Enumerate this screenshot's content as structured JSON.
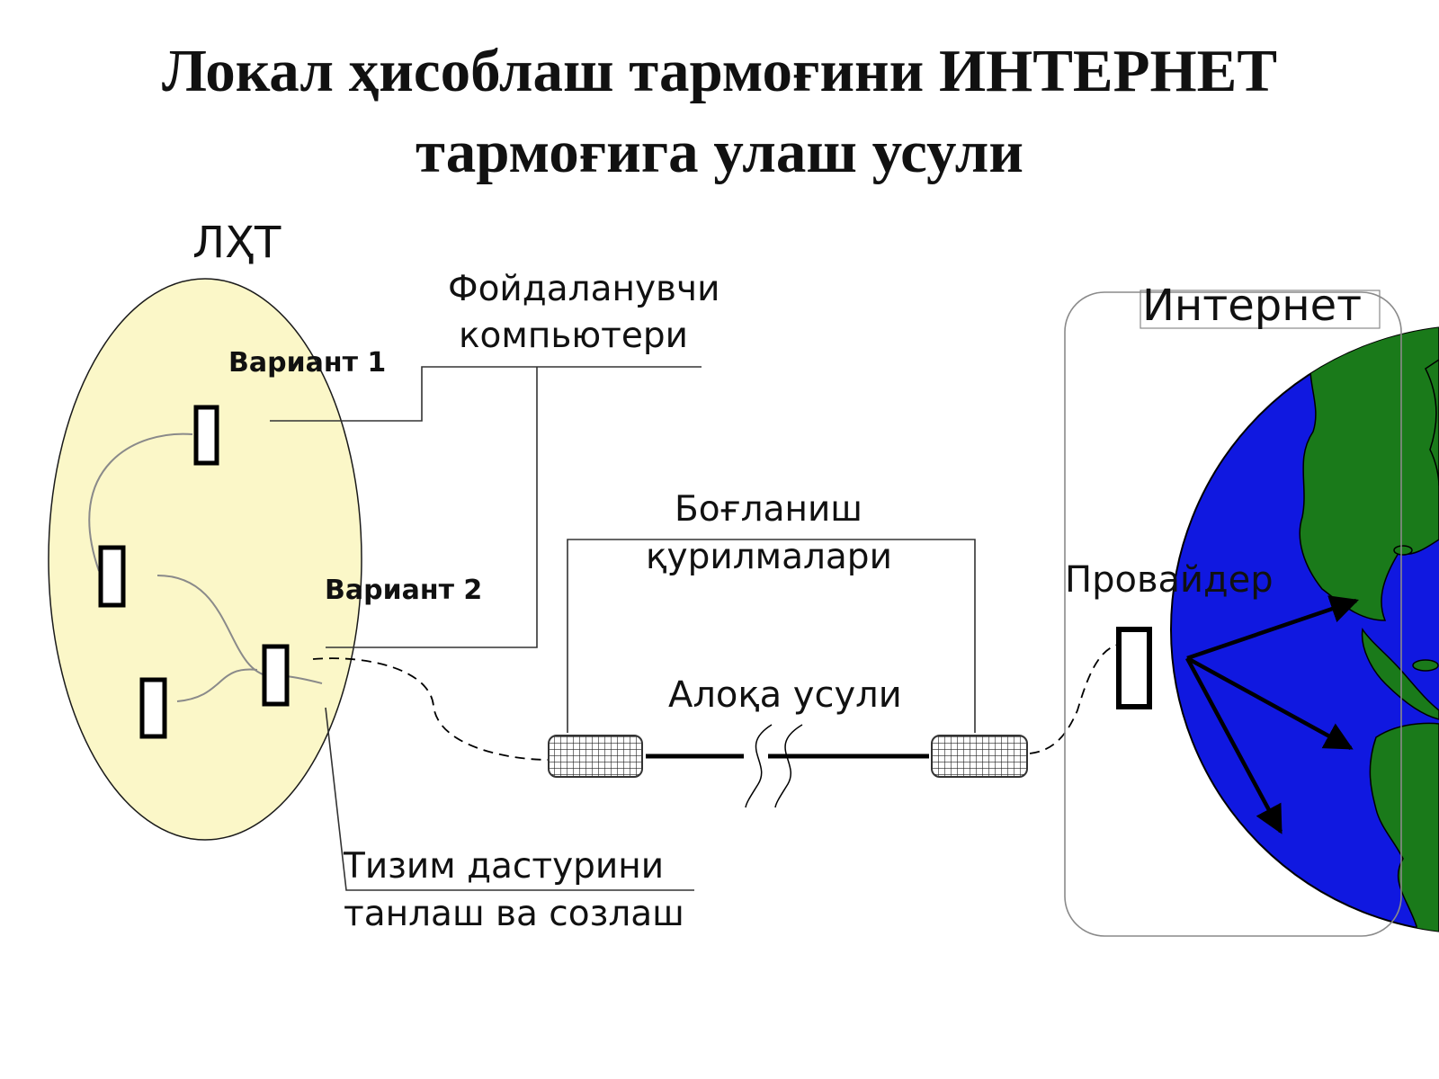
{
  "title": {
    "line1": "Локал ҳисоблаш тармоғини ИНТЕРНЕТ",
    "line2": "тармоғига улаш усули"
  },
  "lan": {
    "label": "ЛҲТ",
    "variant1": "Вариант 1",
    "variant2": "Вариант 2",
    "fill_color": "#fbf7c8"
  },
  "user_computers": {
    "line1": "Фойдаланувчи",
    "line2": "компьютери"
  },
  "link_devices": {
    "line1": "Боғланиш",
    "line2": "қурилмалари"
  },
  "comm_method": "Алоқа усули",
  "system_software": {
    "line1": "Тизим дастурини",
    "line2": "танлаш ва созлаш"
  },
  "internet": {
    "label": "Интернет",
    "provider": "Провайдер",
    "ocean_color": "#1018e0",
    "land_color": "#1a7a1a"
  }
}
